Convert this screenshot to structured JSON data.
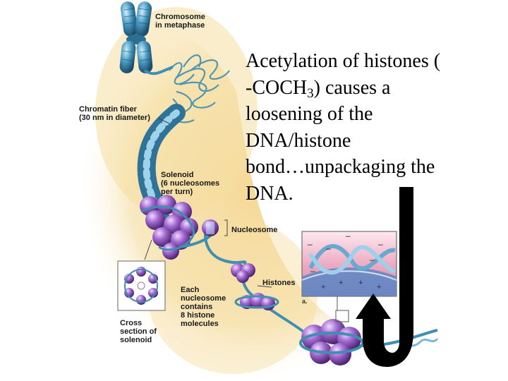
{
  "labels": {
    "chromosome": "Chromosome\nin metaphase",
    "chromatin_fiber": "Chromatin fiber\n(30 nm in diameter)",
    "solenoid": "Solenoid\n(6 nucleosomes\nper turn)",
    "nucleosome": "Nucleosome",
    "histones": "Histones",
    "each_nucleosome": "Each\nnucleosome\ncontains\n8 histone\nmolecules",
    "cross_section": "Cross\nsection of\nsolenoid",
    "panel_letter": "a."
  },
  "text_block": {
    "line1": "Acetylation of histones (",
    "line2a": "-COCH",
    "line2_sub": "3",
    "line2b": ") causes a",
    "line3": "loosening of the",
    "line4": "DNA/histone",
    "line5": "bond…unpackaging the",
    "line6": "DNA."
  },
  "inset": {
    "charges": [
      "–",
      "–",
      "–",
      "–",
      "–",
      "–",
      "+",
      "+",
      "+",
      "+"
    ]
  },
  "colors": {
    "background_glow": "#f6dea0",
    "chromatin_blue": "#3f8fb3",
    "nucleosome_purple": "#8a4fb8",
    "inset_pink": "#ecb3c8",
    "arrow_black": "#000000"
  }
}
